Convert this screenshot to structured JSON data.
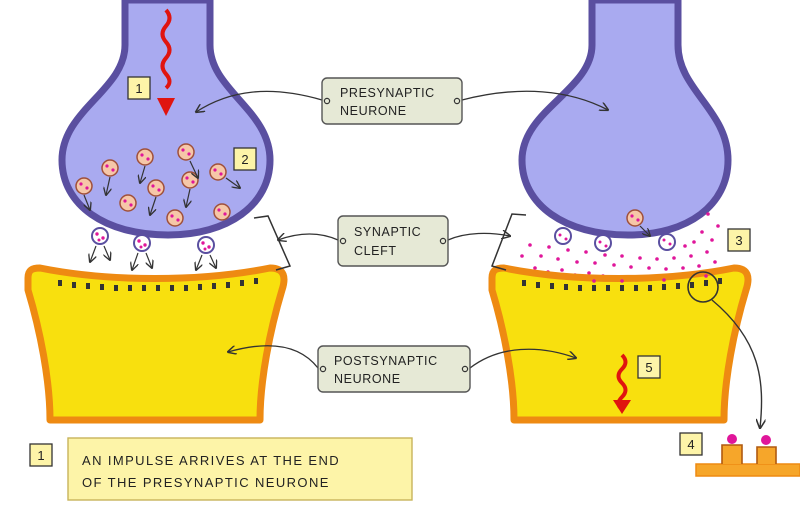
{
  "labels": {
    "presynaptic": [
      "PRESYNAPTIC",
      "NEURONE"
    ],
    "cleft": [
      "SYNAPTIC",
      "CLEFT"
    ],
    "postsynaptic": [
      "POSTSYNAPTIC",
      "NEURONE"
    ]
  },
  "steps": [
    "1",
    "2",
    "3",
    "4",
    "5"
  ],
  "caption": {
    "number": "1",
    "lines": [
      "AN IMPULSE ARRIVES AT THE END",
      "OF THE PRESYNAPTIC NEURONE"
    ]
  },
  "colors": {
    "presynaptic_fill": "#a9aaf0",
    "presynaptic_outline": "#5a4fa0",
    "postsynaptic_fill": "#f8e00e",
    "postsynaptic_outline": "#ee8a12",
    "label_box": "#e6e9d6",
    "step_box": "#fdf4a8",
    "caption_box": "#fdf4a8",
    "neurotransmitter": "#e0169a",
    "impulse_arrow": "#e0140f",
    "vesicle_fill": "#f6c7a8"
  }
}
